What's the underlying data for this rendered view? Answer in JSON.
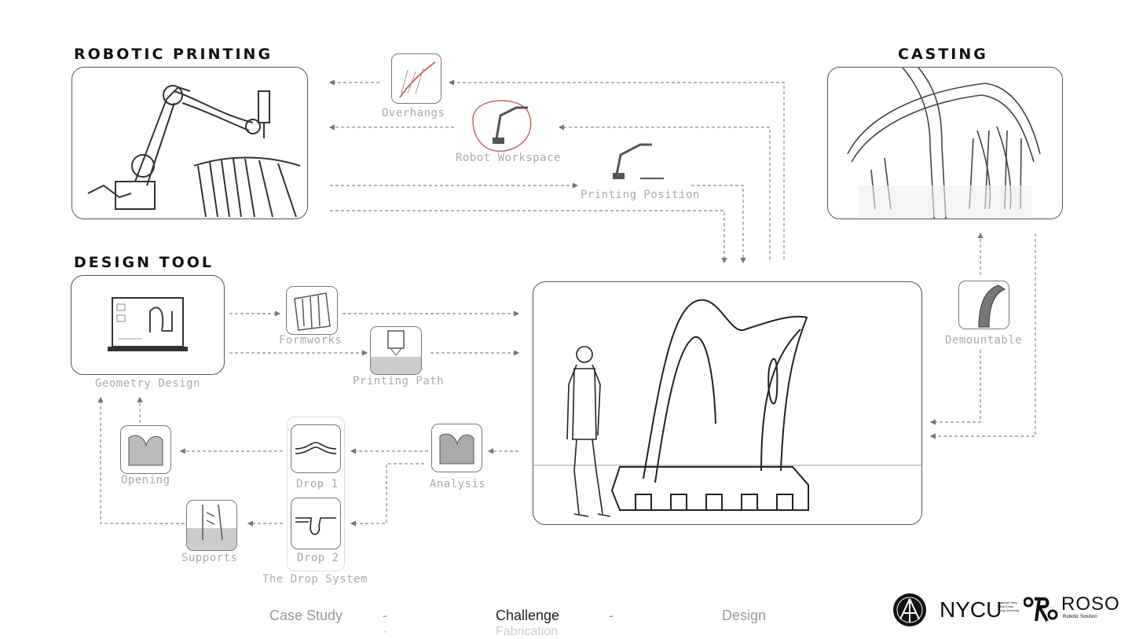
{
  "sections": {
    "robotic_printing": "ROBOTIC PRINTING",
    "casting": "CASTING",
    "design_tool": "DESIGN TOOL"
  },
  "labels": {
    "overhangs": "Overhangs",
    "robot_workspace": "Robot Workspace",
    "printing_position": "Printing Position",
    "formworks": "Formworks",
    "printing_path": "Printing Path",
    "geometry_design": "Geometry Design",
    "demountable": "Demountable",
    "opening": "Opening",
    "drop1": "Drop 1",
    "drop2": "Drop 2",
    "analysis": "Analysis",
    "supports": "Supports",
    "drop_system": "The Drop System"
  },
  "nav": {
    "case_study": "Case Study",
    "sep1": "-",
    "challenge": "Challenge",
    "fabrication": "Fabrication",
    "sep2": "-",
    "design": "Design",
    "sep3": "-"
  },
  "logos": {
    "nycu": "NYCU",
    "roso": "ROSO",
    "roso_sub": "Robotic Solution",
    "nycu_sub": "National Yang Ming Chiao Tung University"
  }
}
